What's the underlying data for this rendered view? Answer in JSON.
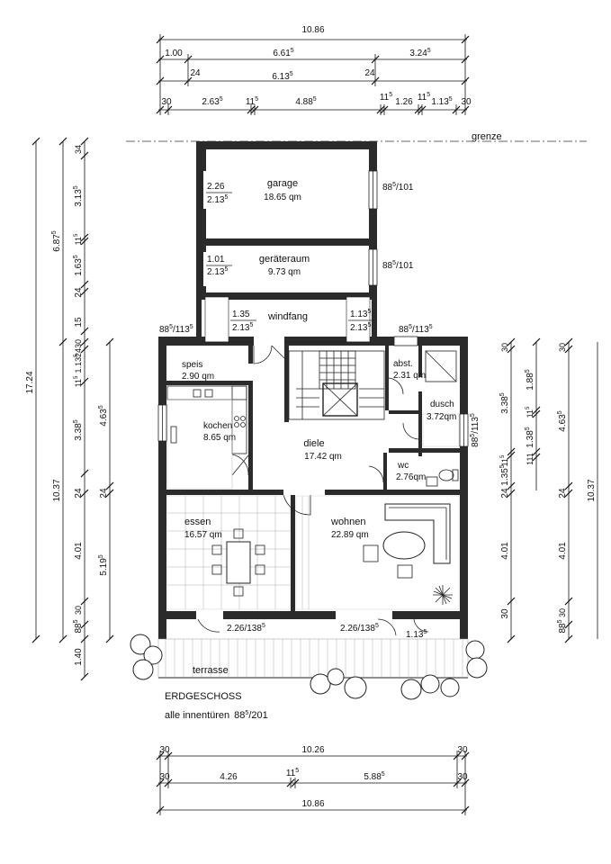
{
  "plan": {
    "title": "ERDGESCHOSS",
    "subtitle_prefix": "alle innentüren",
    "subtitle_value": "88",
    "subtitle_sup": "5",
    "subtitle_suffix": "/201",
    "boundary_label": "grenze"
  },
  "rooms": {
    "garage": {
      "name": "garage",
      "area": "18.65 qm"
    },
    "geraeteraum": {
      "name": "geräteraum",
      "area": "9.73 qm"
    },
    "windfang": {
      "name": "windfang"
    },
    "speis": {
      "name": "speis",
      "area": "2.90 qm"
    },
    "abst": {
      "name": "abst.",
      "area": "2.31 qm"
    },
    "kochen": {
      "name": "kochen",
      "area": "8.65 qm"
    },
    "dusch": {
      "name": "dusch",
      "area": "3.72qm"
    },
    "diele": {
      "name": "diele",
      "area": "17.42 qm"
    },
    "wc": {
      "name": "wc",
      "area": "2.76qm"
    },
    "essen": {
      "name": "essen",
      "area": "16.57 qm"
    },
    "wohnen": {
      "name": "wohnen",
      "area": "22.89 qm"
    },
    "terrasse": {
      "name": "terrasse"
    }
  },
  "openings": {
    "garage_door_a": "2.26",
    "garage_door_b": "2.13",
    "garage_door_b_sup": "5",
    "garage_window": "88",
    "garage_window_sup": "5",
    "garage_window_suffix": "/101",
    "geraet_door_a": "1.01",
    "geraet_door_b": "2.13",
    "geraet_door_b_sup": "5",
    "geraet_window": "88",
    "geraet_window_sup": "5",
    "geraet_window_suffix": "/101",
    "windfang_left_a": "1.35",
    "windfang_left_b": "2.13",
    "windfang_left_b_sup": "5",
    "windfang_right_a": "1.13",
    "windfang_right_a_sup": "5",
    "windfang_right_b": "2.13",
    "windfang_right_b_sup": "5",
    "win_left": "88",
    "win_left_sup": "5",
    "win_left_suffix": "/113",
    "win_left_sup2": "5",
    "win_right": "88",
    "win_right_sup": "5",
    "win_right_suffix": "/113",
    "win_right_sup2": "5",
    "win_dusch": "88",
    "win_dusch_sup": "5",
    "win_dusch_suffix": "/113",
    "win_dusch_sup2": "5",
    "door_essen": "2.26/138",
    "door_essen_sup": "5",
    "door_wohnen": "2.26/138",
    "door_wohnen_sup": "5",
    "door_small": "1.13",
    "door_small_sup": "5"
  },
  "dims_top": {
    "row1": {
      "total": "10.86"
    },
    "row2": {
      "a": "1.00",
      "b": "6.61",
      "b_sup": "5",
      "c": "3.24",
      "c_sup": "5"
    },
    "row3": {
      "a": "24",
      "b": "6.13",
      "b_sup": "5",
      "c": "24"
    },
    "row4": {
      "a": "30",
      "b": "2.63",
      "b_sup": "5",
      "c": "11",
      "c_sup": "5",
      "d": "4.88",
      "d_sup": "5",
      "e": "11",
      "e_sup": "5",
      "f": "1.26",
      "g": "11",
      "g_sup": "5",
      "h": "1.13",
      "h_sup": "5",
      "i": "30"
    }
  },
  "dims_bottom": {
    "row1": {
      "a": "30",
      "b": "10.26",
      "c": "30"
    },
    "row2": {
      "a": "30",
      "b": "4.26",
      "c": "11",
      "c_sup": "5",
      "d": "5.88",
      "d_sup": "5",
      "e": "30"
    },
    "row3": {
      "total": "10.86"
    }
  },
  "dims_left": {
    "outer_total": "17.24",
    "upper": "6.87",
    "upper_sup": "5",
    "lower": "10.37",
    "col_a": {
      "v1": "34",
      "v2": "3.13",
      "v2_sup": "5",
      "v3": "11",
      "v3_sup": "5",
      "v4": "1.63",
      "v4_sup": "5",
      "v5": "24",
      "v6": "15",
      "v7": "30",
      "v8": "24"
    },
    "col_b": {
      "v1": "11",
      "v1_sup": "5",
      "v2": "1.13",
      "v2_sup": "5",
      "v3": "3.38",
      "v3_sup": "5",
      "v4": "24",
      "v5": "4.01",
      "v6": "88",
      "v6_sup": "5",
      "v7": "30",
      "v8": "1.40"
    },
    "col_c": {
      "v1": "4.63",
      "v1_sup": "5",
      "v2": "24",
      "v3": "5.19",
      "v3_sup": "5"
    }
  },
  "dims_right": {
    "col_a": {
      "v1": "30",
      "v2": "3.38",
      "v2_sup": "5",
      "v3": "11",
      "v3_sup": "5",
      "v4": "1.35",
      "v4_sup": "5",
      "v5": "24",
      "v6": "4.01",
      "v7": "30"
    },
    "col_b": {
      "v1": "1.88",
      "v1_sup": "5",
      "v2": "11",
      "v2_sup": "5",
      "v3": "1.38",
      "v3_sup": "5",
      "v4": "111"
    },
    "col_c": {
      "v1": "30",
      "v2": "4.63",
      "v2_sup": "5",
      "v3": "24",
      "v4": "4.01",
      "v5": "88",
      "v5_sup": "5",
      "v6": "30"
    },
    "outer": "10.37"
  }
}
